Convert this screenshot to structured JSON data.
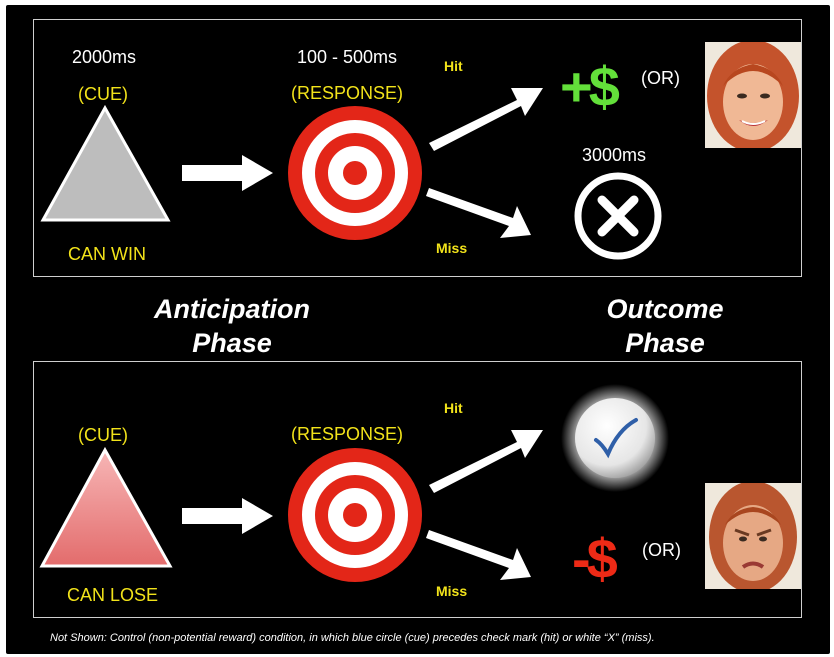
{
  "top_panel": {
    "cue_timing": "2000ms",
    "cue_label": "(CUE)",
    "cue_condition": "CAN WIN",
    "response_timing": "100 - 500ms",
    "response_label": "(RESPONSE)",
    "hit_label": "Hit",
    "miss_label": "Miss",
    "outcome_timing": "3000ms",
    "hit_outcome_text": "+$",
    "or_label": "(OR)",
    "triangle_color": "#bdbdbd",
    "money_color": "#63e03a"
  },
  "phases": {
    "anticipation_line1": "Anticipation",
    "anticipation_line2": "Phase",
    "outcome_line1": "Outcome",
    "outcome_line2": "Phase"
  },
  "bottom_panel": {
    "cue_label": "(CUE)",
    "cue_condition": "CAN LOSE",
    "response_label": "(RESPONSE)",
    "hit_label": "Hit",
    "miss_label": "Miss",
    "miss_outcome_text": "-$",
    "or_label": "(OR)",
    "triangle_color": "#ef8b8b",
    "money_color": "#ee2a16"
  },
  "footnote": "Not Shown: Control (non-potential reward) condition, in which blue circle (cue) precedes check mark (hit) or white “X” (miss).",
  "colors": {
    "background": "#000000",
    "text_yellow": "#f2e31a",
    "target_red": "#e32618"
  },
  "icons": [
    "triangle-cue",
    "arrow-right",
    "target",
    "x-circle",
    "check-circle",
    "smiling-face-photo",
    "frowning-face-photo"
  ]
}
